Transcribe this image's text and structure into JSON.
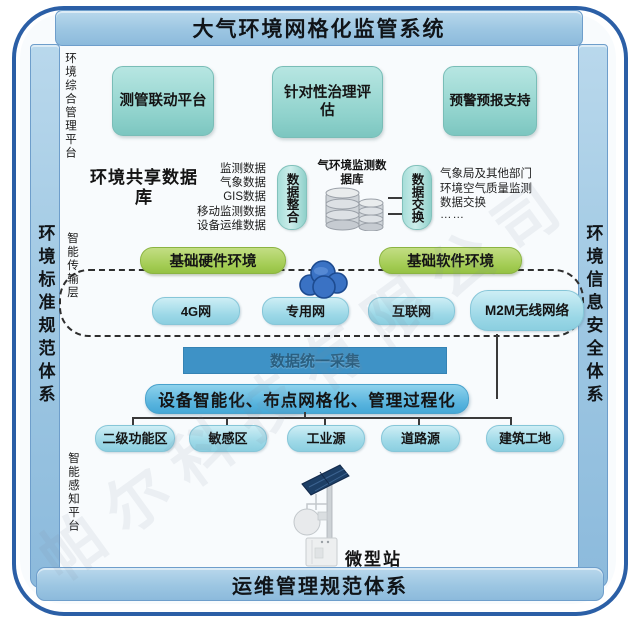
{
  "header": {
    "title": "大气环境网格化监管系统"
  },
  "frames": {
    "left": "环境标准规范体系",
    "right": "环境信息安全体系",
    "bottom": "运维管理规范体系"
  },
  "layer_labels": {
    "management": "环境综合管理平台",
    "transmission": "智能传输层",
    "perception": "智能感知平台"
  },
  "platform_boxes": [
    "测管联动平台",
    "针对性治理评估",
    "预警预报支持"
  ],
  "data_layer": {
    "shared_db_title": "环境共享数据库",
    "shared_db_items": [
      "监测数据",
      "气象数据",
      "GIS数据",
      "移动监测数据",
      "设备运维数据"
    ],
    "integration_label": "数据整合",
    "monitoring_db_label": "气环境监测数据库",
    "exchange_label": "数据交换",
    "exchange_partner_text": "气象局及其他部门环境空气质量监测数据交换",
    "exchange_more": "……"
  },
  "base_env_boxes": [
    "基础硬件环境",
    "基础软件环境"
  ],
  "network_layer": {
    "nodes": [
      "4G网",
      "专用网",
      "互联网",
      "M2M无线网络"
    ]
  },
  "collection_bar_label": "数据统一采集",
  "management_bar_label": "设备智能化、布点网格化、管理过程化",
  "site_nodes": [
    "二级功能区",
    "敏感区",
    "工业源",
    "道路源",
    "建筑工地"
  ],
  "station_label": "微型站",
  "watermark": "帕尔科技有限公司",
  "colors": {
    "frame_border": "#2b5fa6",
    "banner_blue": "#9cc6e2",
    "teal": "#8fd2cc",
    "green": "#a3cc53",
    "cyan": "#9cd8e7",
    "bar_blue": "#3e92c6",
    "cloud_blue": "#3a72c4"
  }
}
